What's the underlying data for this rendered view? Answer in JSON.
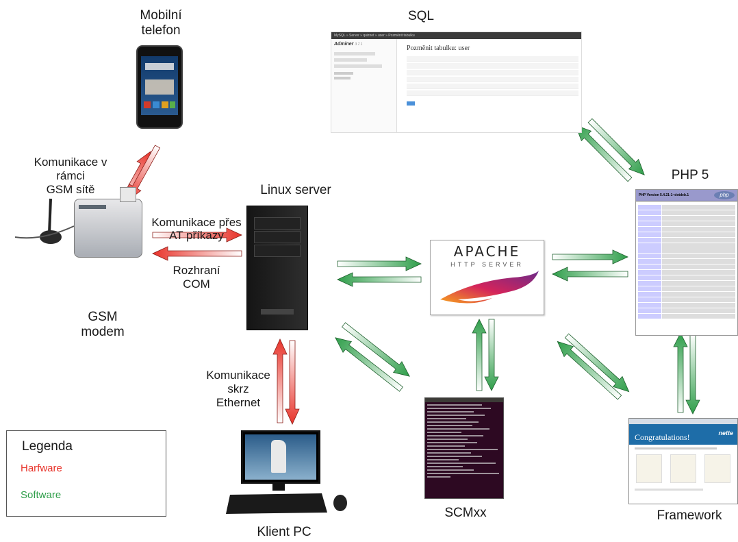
{
  "labels": {
    "mobile": [
      "Mobilní",
      "telefon"
    ],
    "sql": "SQL",
    "php": "PHP 5",
    "gsm_comm": [
      "Komunikace v",
      "rámci",
      "GSM sítě"
    ],
    "linux_server": "Linux server",
    "at_comm": [
      "Komunikace přes",
      "AT příkazy"
    ],
    "com": [
      "Rozhraní",
      "COM"
    ],
    "gsm_modem": [
      "GSM",
      "modem"
    ],
    "eth_comm": [
      "Komunikace",
      "skrz",
      "Ethernet"
    ],
    "scmxx": "SCMxx",
    "framework": "Framework",
    "client_pc": "Klient PC"
  },
  "legend": {
    "title": "Legenda",
    "hardware": "Harfware",
    "software": "Software",
    "hardware_color": "#e8332a",
    "software_color": "#2f9e4a"
  },
  "adminer": {
    "top_bar": "MySQL » Server » quiznet » user » Pozměnit tabulku",
    "app": "Adminer",
    "version": "3.7.1",
    "heading": "Pozměnit tabulku: user"
  },
  "phpinfo": {
    "heading": "PHP Version 5.4.21-1~dotdeb.1",
    "logo": "php"
  },
  "apache": {
    "title": "APACHE",
    "subtitle": "HTTP SERVER"
  },
  "nette": {
    "heading": "Congratulations!",
    "logo": "nette"
  }
}
